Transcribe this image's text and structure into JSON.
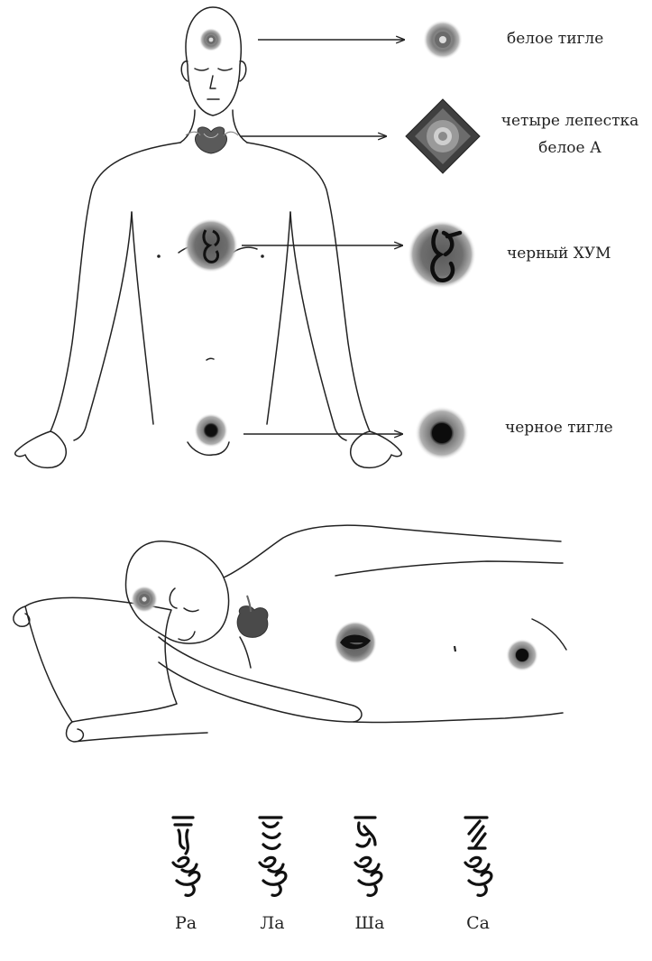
{
  "labels": {
    "white_tigle": "белое тигле",
    "four_petals_line1": "четыре лепестка",
    "four_petals_line2": "белое А",
    "black_hum": "черный ХУМ",
    "black_tigle": "черное тигле"
  },
  "syllables": [
    "Ра",
    "Ла",
    "Ша",
    "Са"
  ],
  "colors": {
    "line": "#222222",
    "halo": "#8c8c8c",
    "halo_outer": "#bdbdbd",
    "core_dark": "#111111",
    "ink": "#1a1a1a"
  },
  "icons": [
    "white-tigle-icon",
    "four-petal-lotus-icon",
    "black-hum-icon",
    "black-tigle-icon",
    "tibetan-letter-icon"
  ]
}
